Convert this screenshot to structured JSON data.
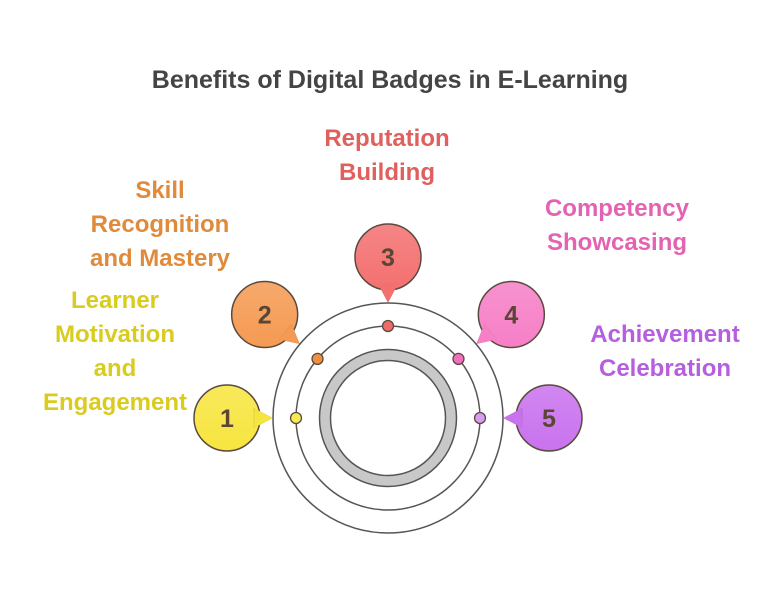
{
  "title": "Benefits of Digital Badges in E-Learning",
  "items": [
    {
      "number": "1",
      "lines": [
        "Learner",
        "Motivation",
        "and",
        "Engagement"
      ],
      "color": "#f7e53f",
      "text_color": "#d9cc1e",
      "dot_color": "#f7ea55"
    },
    {
      "number": "2",
      "lines": [
        "Skill",
        "Recognition",
        "and Mastery"
      ],
      "color": "#f59a52",
      "text_color": "#e08a3c",
      "dot_color": "#f0903e"
    },
    {
      "number": "3",
      "lines": [
        "Reputation",
        "Building"
      ],
      "color": "#f47070",
      "text_color": "#e0605e",
      "dot_color": "#ee6c68"
    },
    {
      "number": "4",
      "lines": [
        "Competency",
        "Showcasing"
      ],
      "color": "#f67fc6",
      "text_color": "#e462b2",
      "dot_color": "#f06fbf"
    },
    {
      "number": "5",
      "lines": [
        "Achievement",
        "Celebration"
      ],
      "color": "#c972ee",
      "text_color": "#b65ee0",
      "dot_color": "#d89bf4"
    }
  ]
}
